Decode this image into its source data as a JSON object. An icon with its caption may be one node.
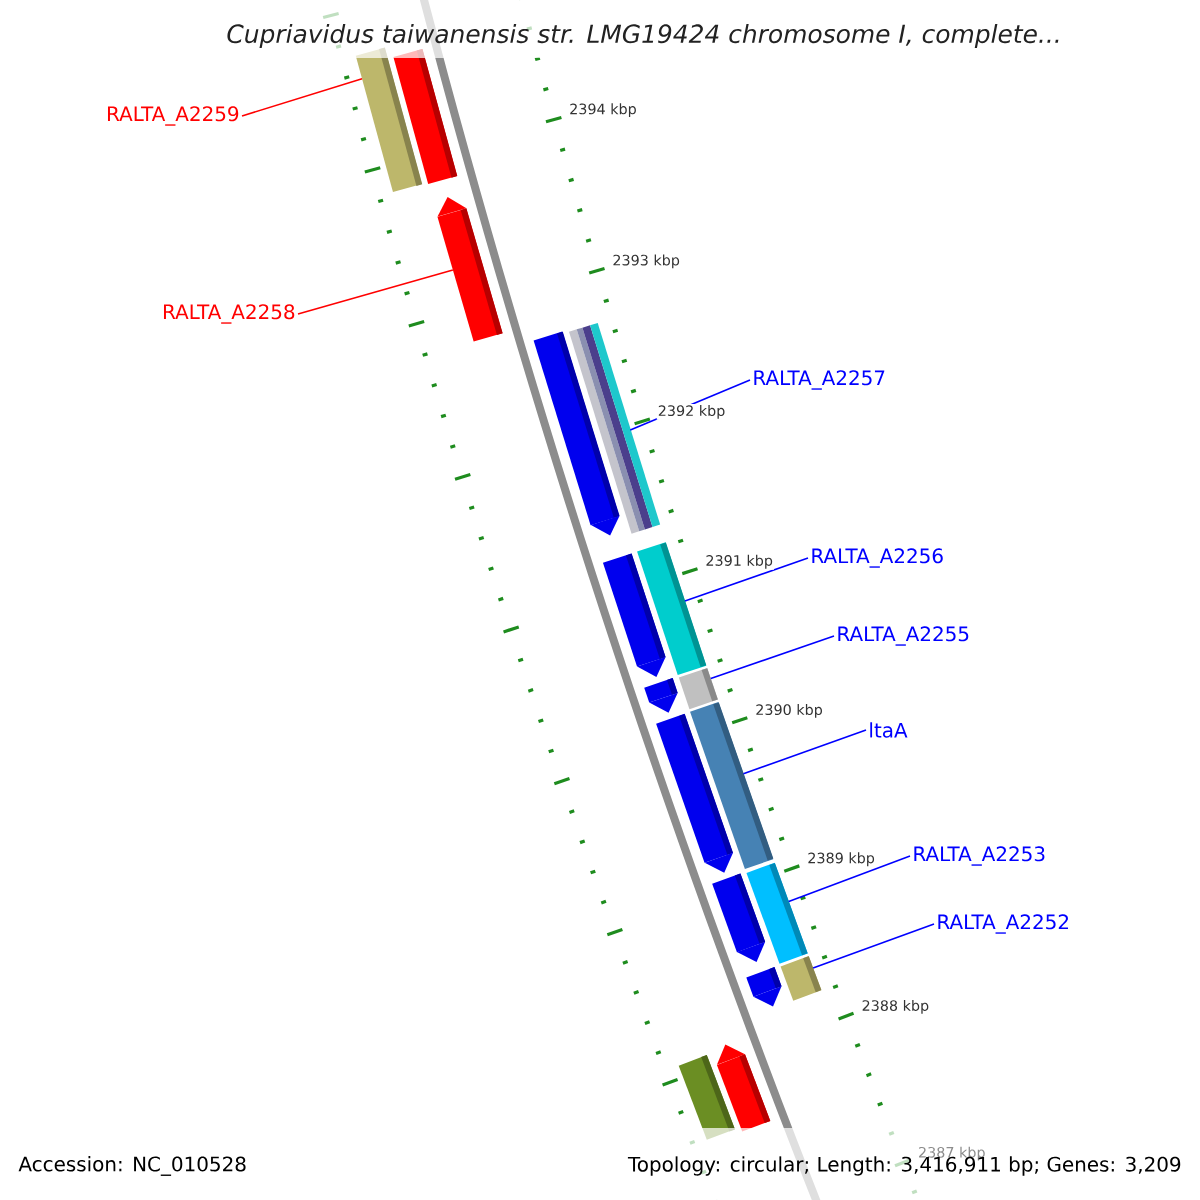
{
  "diagram": {
    "title": "Cupriavidus taiwanensis str. LMG19424 chromosome I, complete...",
    "nodes": [
      {
        "text": [
          "RALTA_A2259"
        ]
      },
      {
        "text": [],
        "shape": "bar"
      },
      {
        "text": [],
        "shape": "bar"
      },
      {
        "text": [
          "RALTA_A2258"
        ]
      },
      {
        "text": [],
        "shape": "bar"
      },
      {
        "text": [
          "RALTA_A2257"
        ]
      },
      {
        "text": [],
        "shape": "bar"
      },
      {
        "text": [],
        "shape": "bar"
      },
      {
        "text": [
          "RALTA_A2256"
        ]
      },
      {
        "text": [],
        "shape": "bar"
      },
      {
        "text": [],
        "shape": "bar"
      },
      {
        "text": [
          "RALTA_A2255"
        ]
      },
      {
        "text": [],
        "shape": "bar"
      },
      {
        "text": [],
        "shape": "bar"
      },
      {
        "text": [
          "ltaA"
        ]
      },
      {
        "text": [],
        "shape": "bar"
      },
      {
        "text": [],
        "shape": "bar"
      },
      {
        "text": [
          "RALTA_A2253"
        ]
      },
      {
        "text": [],
        "shape": "bar"
      },
      {
        "text": [],
        "shape": "bar"
      },
      {
        "text": [
          "RALTA_A2252"
        ]
      },
      {
        "text": [],
        "shape": "bar"
      },
      {
        "text": [],
        "shape": "bar"
      },
      {
        "text": [],
        "shape": "bar"
      },
      {
        "text": [],
        "shape": "bar"
      }
    ],
    "edges": [
      {
        "from": 0,
        "to": 1,
        "arrow": "none",
        "color": "#ff0000"
      },
      {
        "from": 3,
        "to": 4,
        "arrow": "none",
        "color": "#ff0000"
      },
      {
        "from": 5,
        "to": 6,
        "arrow": "none"
      },
      {
        "from": 8,
        "to": 9,
        "arrow": "none"
      },
      {
        "from": 11,
        "to": 12,
        "arrow": "none"
      },
      {
        "from": 14,
        "to": 15,
        "arrow": "none"
      },
      {
        "from": 17,
        "to": 18,
        "arrow": "none"
      },
      {
        "from": 20,
        "to": 21,
        "arrow": "none"
      }
    ],
    "labels": [
      "2394 kbp",
      "2393 kbp",
      "2392 kbp",
      "2391 kbp",
      "2390 kbp",
      "2389 kbp",
      "2388 kbp",
      "2387 kbp",
      "Accession: NC_010528",
      "Topology: circular; Length: 3,416,911 bp; Genes: 3,209"
    ]
  }
}
